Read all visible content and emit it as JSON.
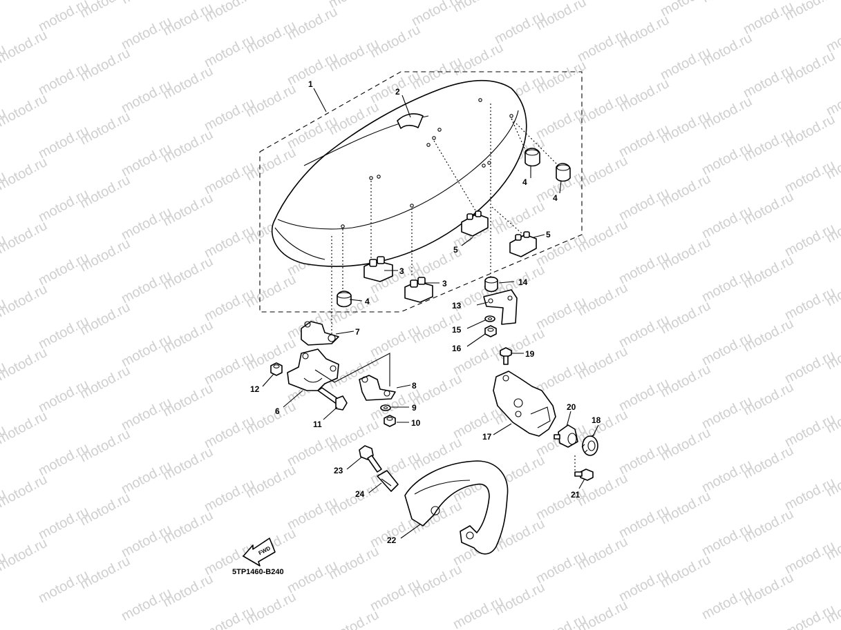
{
  "watermark": {
    "text": "motod.ru"
  },
  "diagram_code": "5TP1460-B240",
  "fwd_label": "FWD",
  "callouts": {
    "c1": "1",
    "c2": "2",
    "c3a": "3",
    "c3b": "3",
    "c4a": "4",
    "c4b": "4",
    "c4c": "4",
    "c5a": "5",
    "c5b": "5",
    "c6": "6",
    "c7": "7",
    "c8": "8",
    "c9": "9",
    "c10": "10",
    "c11": "11",
    "c12": "12",
    "c13": "13",
    "c14": "14",
    "c15": "15",
    "c16": "16",
    "c17": "17",
    "c18": "18",
    "c19": "19",
    "c20": "20",
    "c21": "21",
    "c22": "22",
    "c23": "23",
    "c24": "24"
  }
}
